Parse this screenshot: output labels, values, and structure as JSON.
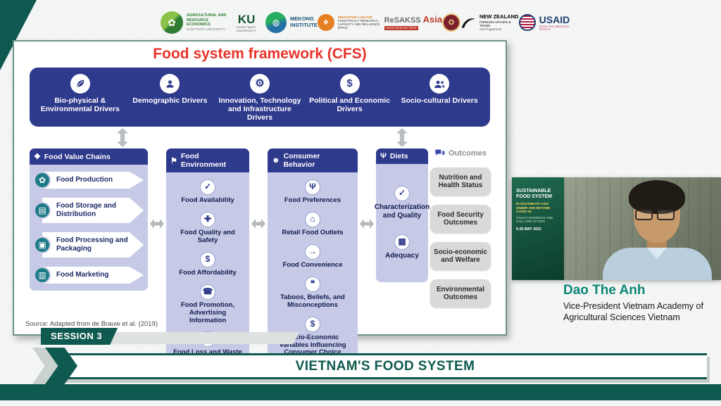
{
  "icons": {
    "gear": "⚙",
    "dollar": "$",
    "check": "✓",
    "medical": "✚",
    "phone": "☎",
    "recycle": "↻",
    "fork": "Ψ",
    "house": "⌂",
    "arrow": "→",
    "quote": "❝",
    "grid": "▦",
    "plant": "✿",
    "storage": "▤",
    "package": "▣",
    "shop": "▥",
    "diamond": "❖",
    "flag": "⚑",
    "person_head": "☻",
    "leaf": "✿",
    "star": "✪"
  },
  "logos": {
    "are": {
      "line1": "AGRICULTURAL AND",
      "line2": "RESOURCE ECONOMICS",
      "line3": "KASETSART UNIVERSITY"
    },
    "ku": {
      "text": "KU",
      "sub": "KASETSART UNIVERSITY"
    },
    "mekong": {
      "line1": "MEKONG",
      "line2": "INSTITUTE"
    },
    "prci": {
      "line1": "INNOVATION LAB FOR",
      "line2": "FOOD POLICY RESEARCH,",
      "line3": "CAPACITY AND INFLUENCE (PRCI)"
    },
    "resakss": {
      "name": "ReSAKSS",
      "region": "Asia",
      "sub": "FACILITATED BY IFPRI"
    },
    "nz": {
      "line1": "NEW ZEALAND",
      "line2": "FOREIGN AFFAIRS & TRADE",
      "line3": "Aid Programme"
    },
    "usaid": {
      "name": "USAID",
      "tagline": "FROM THE AMERICAN PEOPLE"
    }
  },
  "slide": {
    "title": "Food system framework (CFS)",
    "drivers": [
      {
        "label": "Bio-physical & Environmental Drivers"
      },
      {
        "label": "Demographic Drivers"
      },
      {
        "label": "Innovation, Technology and Infrastructure Drivers"
      },
      {
        "label": "Political and Economic Drivers"
      },
      {
        "label": "Socio-cultural Drivers"
      }
    ],
    "columns": [
      {
        "header": "Food Value Chains",
        "items": [
          "Food Production",
          "Food Storage and Distribution",
          "Food Processing and Packaging",
          "Food Marketing"
        ]
      },
      {
        "header": "Food Environment",
        "items": [
          "Food Availability",
          "Food Quality and Safety",
          "Food Affordability",
          "Food Promotion, Advertising Information",
          "Food Loss and Waste"
        ]
      },
      {
        "header": "Consumer Behavior",
        "items": [
          "Food Preferences",
          "Retail Food Outlets",
          "Food Convenience",
          "Taboos, Beliefs, and Misconceptions",
          "Socio-Economic Variables Influencing Consumer Choice"
        ]
      },
      {
        "header": "Diets",
        "items": [
          "Characterization and Quality",
          "Adequacy"
        ]
      }
    ],
    "outcomes": {
      "header": "Outcomes",
      "items": [
        "Nutrition and Health Status",
        "Food Security Outcomes",
        "Socio-economic and Welfare",
        "Environmental Outcomes"
      ]
    },
    "source": "Source: Adapted from de Brauw et al. (2019)"
  },
  "speaker": {
    "name": "Dao The Anh",
    "title": "Vice-President Vietnam Academy of Agricultural Sciences Vietnam",
    "backdrop": {
      "line1": "SUSTAINABLE FOOD SYSTEM",
      "line2": "IN SOUTHEAST ASIA UNDER AND BEYOND COVID-19:",
      "line3": "POLICY EVIDENCE AND CALL FOR ACTION",
      "line4": "9-20 MAY 2022"
    }
  },
  "footer": {
    "session": "SESSION 3",
    "banner": "VIETNAM'S FOOD SYSTEM"
  },
  "colors": {
    "accent_teal": "#0f5a50",
    "navy": "#2e3a8c",
    "title_red": "#e8332a"
  }
}
